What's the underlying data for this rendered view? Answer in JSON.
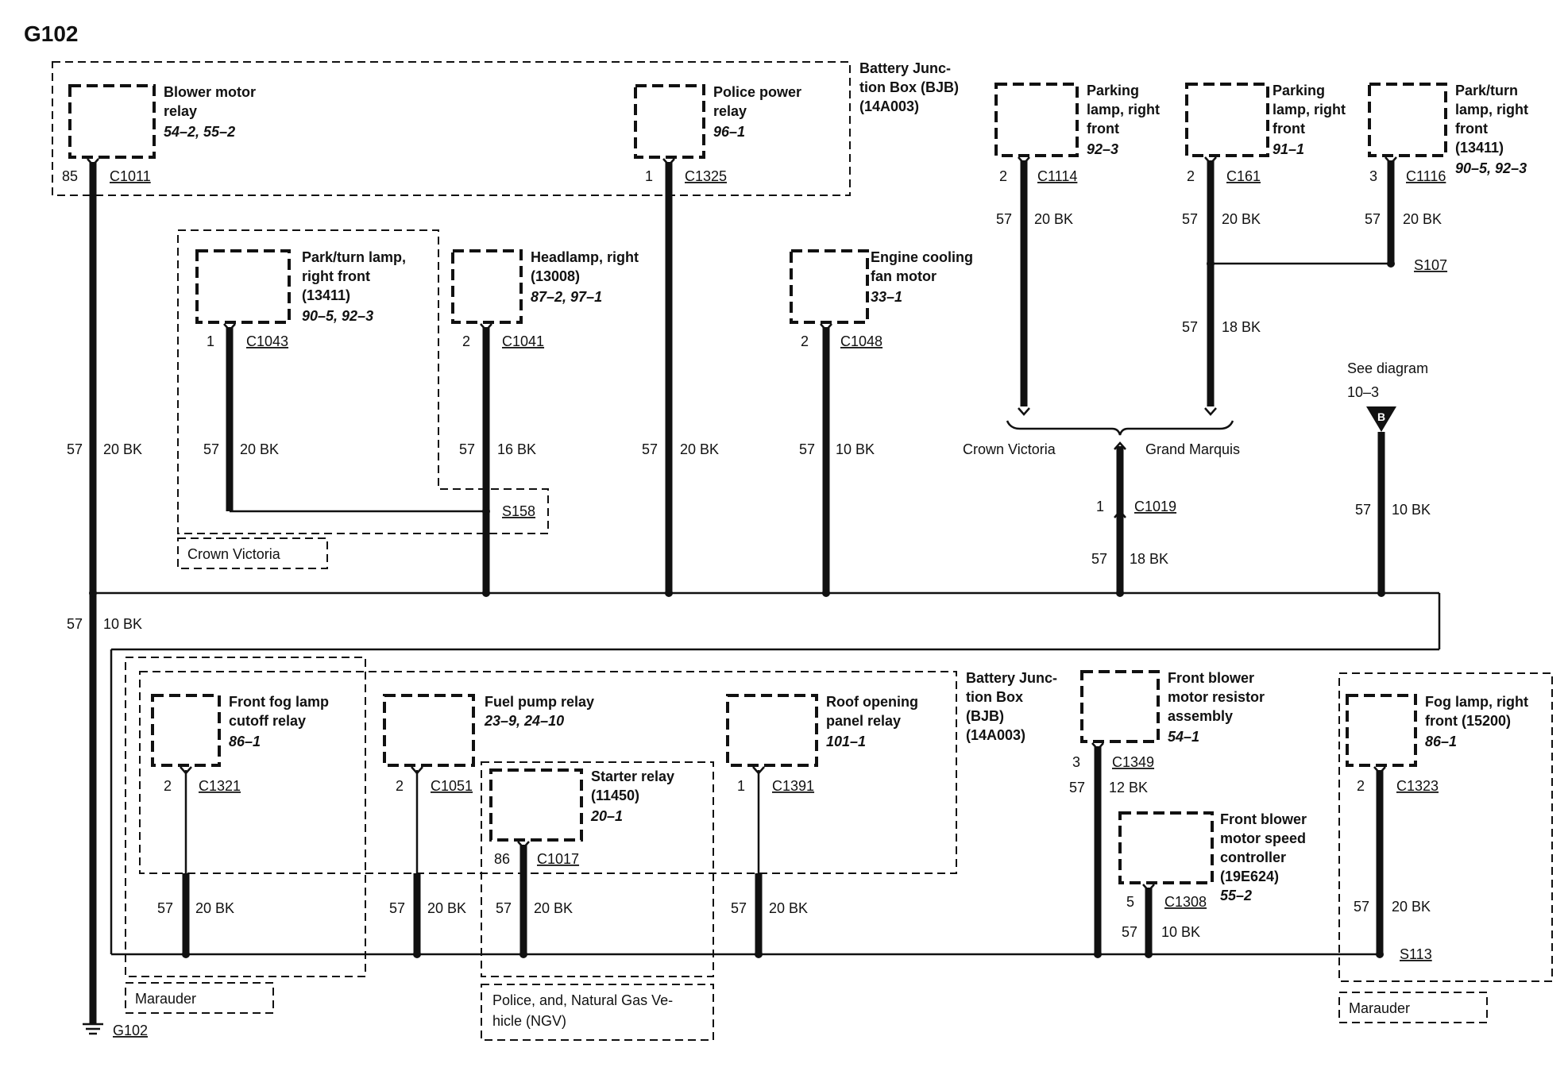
{
  "title": "G102",
  "groups": {
    "bjb_top": [
      "Battery Junc-",
      "tion Box (BJB)",
      "(14A003)"
    ],
    "bjb_bottom": [
      "Battery Junc-",
      "tion Box",
      "(BJB)",
      "(14A003)"
    ],
    "crown_victoria_box": "Crown Victoria",
    "marauder_left": "Marauder",
    "police_ngv": [
      "Police, and, Natural Gas Ve-",
      "hicle (NGV)"
    ],
    "marauder_right": "Marauder"
  },
  "components": {
    "blower_motor_relay": {
      "name": [
        "Blower motor",
        "relay"
      ],
      "ref": "54–2, 55–2",
      "pin": "85",
      "connector": "C1011"
    },
    "police_power_relay": {
      "name": [
        "Police power",
        "relay"
      ],
      "ref": "96–1",
      "pin": "1",
      "connector": "C1325"
    },
    "park_turn_lamp_rf": {
      "name": [
        "Park/turn lamp,",
        "right front",
        "(13411)"
      ],
      "ref": "90–5, 92–3",
      "pin": "1",
      "connector": "C1043"
    },
    "headlamp_right": {
      "name": [
        "Headlamp, right",
        "(13008)"
      ],
      "ref": "87–2, 97–1",
      "pin": "2",
      "connector": "C1041"
    },
    "engine_cooling_fan": {
      "name": [
        "Engine cooling",
        "fan motor"
      ],
      "ref": "33–1",
      "pin": "2",
      "connector": "C1048"
    },
    "parking_lamp_rf_1": {
      "name": [
        "Parking",
        "lamp, right",
        "front"
      ],
      "ref": "92–3",
      "pin": "2",
      "connector": "C1114"
    },
    "parking_lamp_rf_2": {
      "name": [
        "Parking",
        "lamp, right",
        "front"
      ],
      "ref": "91–1",
      "pin": "2",
      "connector": "C161"
    },
    "park_turn_lamp_rf_2": {
      "name": [
        "Park/turn",
        "lamp, right",
        "front",
        "(13411)"
      ],
      "ref": "90–5, 92–3",
      "pin": "3",
      "connector": "C1116"
    },
    "front_fog_cutoff_relay": {
      "name": [
        "Front fog lamp",
        "cutoff relay"
      ],
      "ref": "86–1",
      "pin": "2",
      "connector": "C1321"
    },
    "fuel_pump_relay": {
      "name": [
        "Fuel pump relay"
      ],
      "ref": "23–9, 24–10",
      "pin": "2",
      "connector": "C1051"
    },
    "starter_relay": {
      "name": [
        "Starter relay",
        "(11450)"
      ],
      "ref": "20–1",
      "pin": "86",
      "connector": "C1017"
    },
    "roof_opening_relay": {
      "name": [
        "Roof opening",
        "panel relay"
      ],
      "ref": "101–1",
      "pin": "1",
      "connector": "C1391"
    },
    "front_blower_resistor": {
      "name": [
        "Front blower",
        "motor resistor",
        "assembly"
      ],
      "ref": "54–1",
      "pin": "3",
      "connector": "C1349"
    },
    "front_blower_speed_ctrl": {
      "name": [
        "Front blower",
        "motor speed",
        "controller",
        "(19E624)"
      ],
      "ref": "55–2",
      "pin": "5",
      "connector": "C1308"
    },
    "fog_lamp_rf": {
      "name": [
        "Fog lamp, right",
        "front (15200)"
      ],
      "ref": "86–1",
      "pin": "2",
      "connector": "C1323"
    }
  },
  "wires": {
    "main_20bk": [
      "57",
      "20 BK"
    ],
    "main_10bk": [
      "57",
      "10 BK"
    ],
    "c1043": [
      "57",
      "20 BK"
    ],
    "c1041": [
      "57",
      "16 BK"
    ],
    "c1325": [
      "57",
      "20 BK"
    ],
    "c1048": [
      "57",
      "10 BK"
    ],
    "c1114": [
      "57",
      "20 BK"
    ],
    "c161": [
      "57",
      "20 BK"
    ],
    "c161_lower": [
      "57",
      "18 BK"
    ],
    "c1116": [
      "57",
      "20 BK"
    ],
    "c1019": [
      "57",
      "18 BK"
    ],
    "see_b": [
      "57",
      "10 BK"
    ],
    "c1321": [
      "57",
      "20 BK"
    ],
    "c1051": [
      "57",
      "20 BK"
    ],
    "c1017": [
      "57",
      "20 BK"
    ],
    "c1391": [
      "57",
      "20 BK"
    ],
    "c1349": [
      "57",
      "12 BK"
    ],
    "c1308": [
      "57",
      "10 BK"
    ],
    "c1323": [
      "57",
      "20 BK"
    ]
  },
  "splices": {
    "s158": "S158",
    "s107": "S107",
    "s113": "S113"
  },
  "c1019": {
    "pin": "1",
    "connector": "C1019",
    "left": "Crown Victoria",
    "right": "Grand Marquis"
  },
  "see_diagram": {
    "text": "See diagram",
    "ref": "10–3",
    "letter": "B"
  },
  "ground": "G102"
}
